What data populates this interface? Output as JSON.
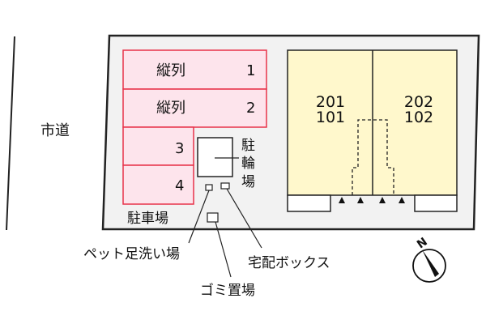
{
  "road": {
    "label": "市道"
  },
  "parking": {
    "label": "駐車場",
    "spaces": [
      {
        "type": "縦列",
        "number": "1"
      },
      {
        "type": "縦列",
        "number": "2"
      },
      {
        "type": "",
        "number": "3"
      },
      {
        "type": "",
        "number": "4"
      }
    ],
    "color": "#e8334a",
    "fill": "#fde4ec"
  },
  "bicycle_parking": {
    "label_chars": [
      "駐",
      "輪",
      "場"
    ]
  },
  "building": {
    "units": [
      {
        "upper": "201",
        "lower": "101"
      },
      {
        "upper": "202",
        "lower": "102"
      }
    ],
    "fill": "#fff8cc"
  },
  "facilities": {
    "pet_wash": "ペット足洗い場",
    "garbage": "ゴミ置場",
    "delivery_box": "宅配ボックス"
  },
  "compass": {
    "label": "N"
  }
}
